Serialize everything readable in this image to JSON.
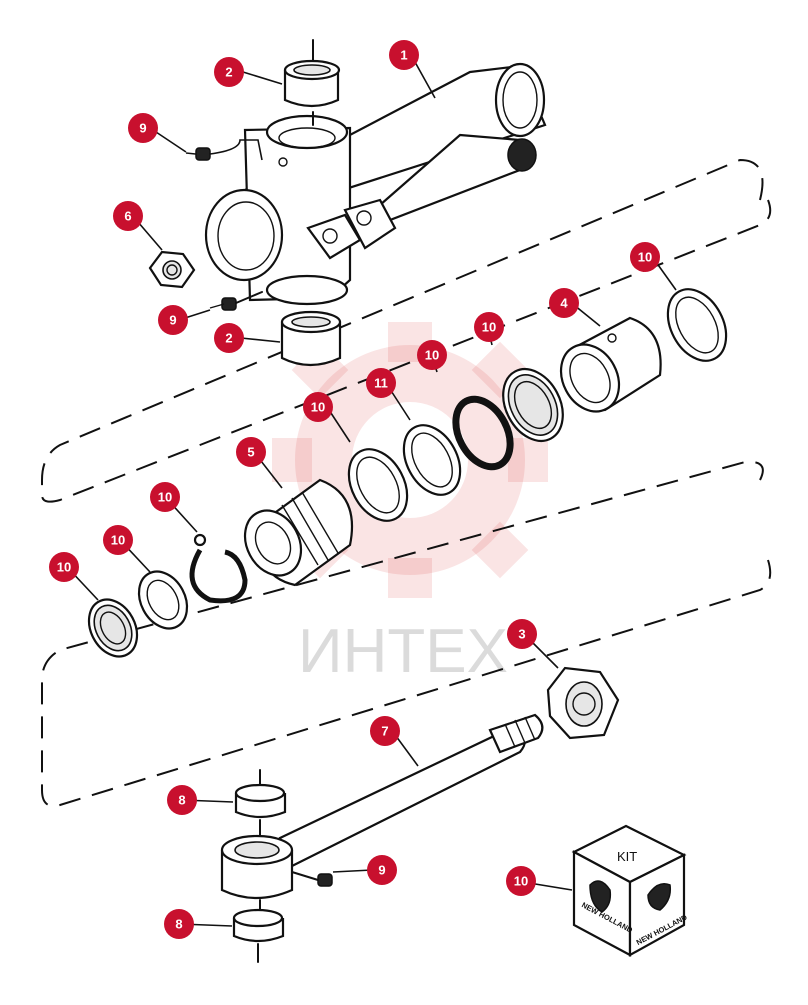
{
  "watermark": {
    "text": "ИНТЕХ"
  },
  "callouts": [
    {
      "id": "c1",
      "label": "1"
    },
    {
      "id": "c2a",
      "label": "2"
    },
    {
      "id": "c9a",
      "label": "9"
    },
    {
      "id": "c6",
      "label": "6"
    },
    {
      "id": "c9b",
      "label": "9"
    },
    {
      "id": "c2b",
      "label": "2"
    },
    {
      "id": "c10a",
      "label": "10"
    },
    {
      "id": "c4",
      "label": "4"
    },
    {
      "id": "c10b",
      "label": "10"
    },
    {
      "id": "c10c",
      "label": "10"
    },
    {
      "id": "c11",
      "label": "11"
    },
    {
      "id": "c10d",
      "label": "10"
    },
    {
      "id": "c5",
      "label": "5"
    },
    {
      "id": "c10e",
      "label": "10"
    },
    {
      "id": "c10f",
      "label": "10"
    },
    {
      "id": "c10g",
      "label": "10"
    },
    {
      "id": "c3",
      "label": "3"
    },
    {
      "id": "c7",
      "label": "7"
    },
    {
      "id": "c8a",
      "label": "8"
    },
    {
      "id": "c9c",
      "label": "9"
    },
    {
      "id": "c8b",
      "label": "8"
    },
    {
      "id": "c10h",
      "label": "10"
    }
  ],
  "kit_box": {
    "label": "KIT",
    "brand_left": "NEW HOLLAND",
    "brand_right": "NEW HOLLAND"
  },
  "colors": {
    "badge": "#c8102e",
    "line": "#111111",
    "watermark": "#d62d2d"
  }
}
